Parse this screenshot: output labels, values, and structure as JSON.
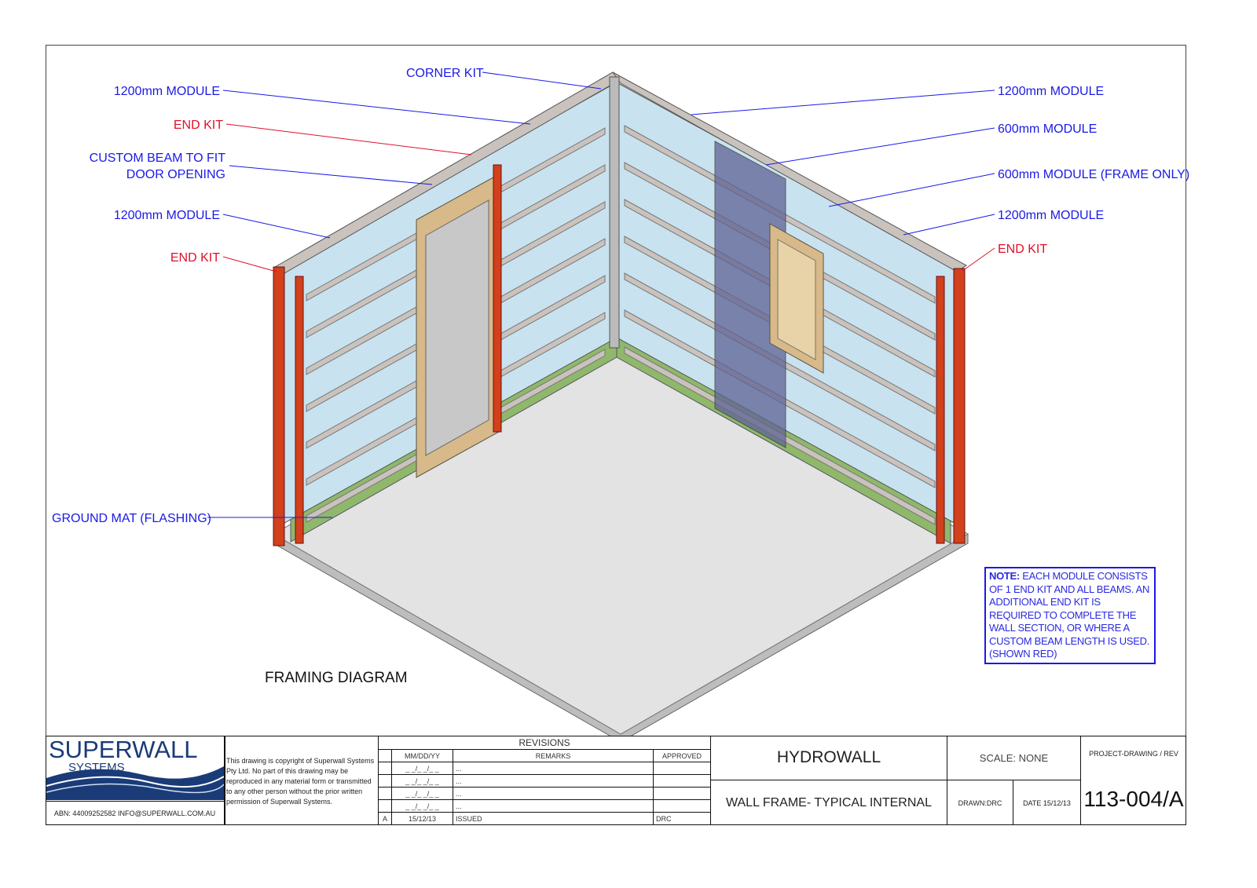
{
  "diagram": {
    "title": "FRAMING DIAGRAM",
    "labels": {
      "module_1200_top_left": "1200mm MODULE",
      "end_kit_top_left": "END KIT",
      "custom_beam_line1": "CUSTOM BEAM TO FIT",
      "custom_beam_line2": "DOOR OPENING",
      "module_1200_mid_left": "1200mm MODULE",
      "end_kit_left": "END KIT",
      "corner_kit": "CORNER KIT",
      "module_1200_top_right": "1200mm MODULE",
      "module_600": "600mm MODULE",
      "module_600_frame_only": "600mm MODULE (FRAME ONLY)",
      "module_1200_mid_right": "1200mm MODULE",
      "end_kit_right": "END KIT",
      "ground_mat": "GROUND MAT (FLASHING)"
    },
    "note_label": "NOTE:",
    "note_text": " EACH MODULE CONSISTS OF 1 END KIT AND ALL BEAMS. AN ADDITIONAL END KIT IS REQUIRED TO COMPLETE THE WALL SECTION, OR WHERE A CUSTOM BEAM LENGTH IS USED. (SHOWN RED)",
    "colors": {
      "label_blue": "#1a1ae6",
      "label_red": "#e0102a",
      "panel": "#c9e2ef",
      "beam": "#c9c2bd",
      "end_kit": "#d2401c",
      "ground_mat": "#8fb86a",
      "frame_only": "#5f6394",
      "door_frame": "#d8b98a",
      "floor": "#e3e3e3"
    }
  },
  "title_block": {
    "logo_text_main": "SUPERWALL",
    "logo_text_sub": "SYSTEMS",
    "contact": "ABN: 44009252582  INFO@SUPERWALL.COM.AU",
    "copyright": "This drawing is copyright of Superwall Systems Pty Ltd. No part of this drawing may be reproduced in any material form or transmitted to any other person without the prior written permission of Superwall Systems.",
    "revisions": {
      "title": "REVISIONS",
      "headers": [
        "",
        "MM/DD/YY",
        "REMARKS",
        "APPROVED"
      ],
      "rows": [
        [
          "",
          "_ _/_ _/_ _",
          "...",
          ""
        ],
        [
          "",
          "_ _/_ _/_ _",
          "...",
          ""
        ],
        [
          "",
          "_ _/_ _/_ _",
          "...",
          ""
        ],
        [
          "",
          "_ _/_ _/_ _",
          "...",
          ""
        ],
        [
          "A",
          "15/12/13",
          "ISSUED",
          "DRC"
        ]
      ]
    },
    "project": "HYDROWALL",
    "drawing_title": "WALL FRAME- TYPICAL INTERNAL",
    "scale": "SCALE: NONE",
    "drawn": "DRAWN:DRC",
    "date": "DATE 15/12/13",
    "number_label": "PROJECT-DRAWING / REV",
    "number": "113-004/A"
  }
}
